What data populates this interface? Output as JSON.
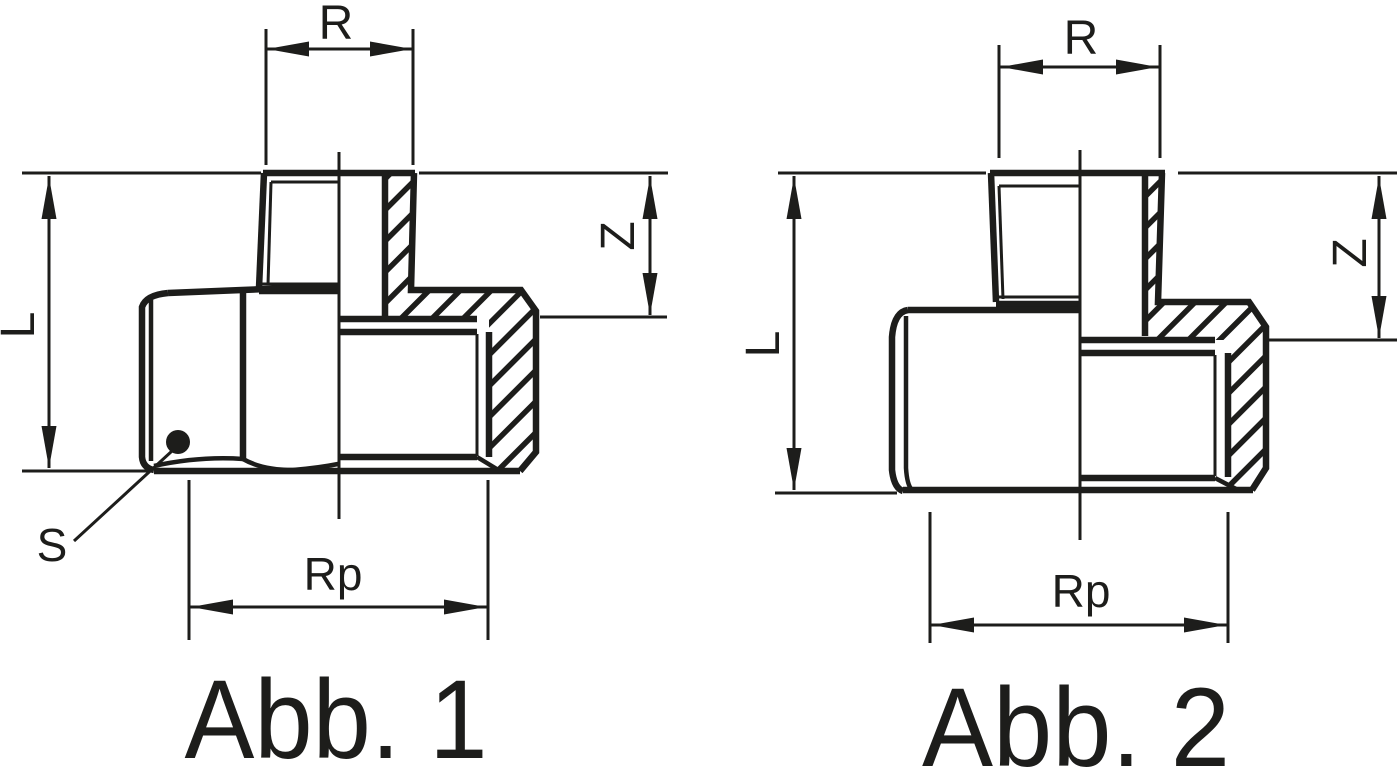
{
  "drawing": {
    "type": "technical-sectional-drawing",
    "colors": {
      "line": "#1d1d1b",
      "background": "#ffffff"
    },
    "figures": [
      {
        "caption": "Abb. 1",
        "body_style": "hexagonal",
        "dimension_labels": {
          "male_thread": "R",
          "overall_length": "L",
          "engagement_depth": "Z",
          "female_thread": "Rp",
          "wrench_size": "S"
        }
      },
      {
        "caption": "Abb. 2",
        "body_style": "round",
        "dimension_labels": {
          "male_thread": "R",
          "overall_length": "L",
          "engagement_depth": "Z",
          "female_thread": "Rp"
        }
      }
    ]
  }
}
